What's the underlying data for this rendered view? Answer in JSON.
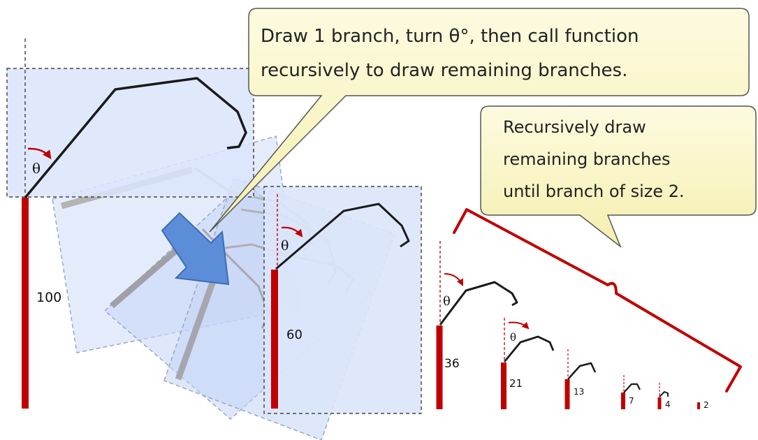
{
  "callouts": {
    "main": {
      "line1": "Draw 1 branch, turn θ°, then call function",
      "line2": "recursively to draw remaining branches."
    },
    "secondary": {
      "line1": "Recursively draw",
      "line2": "remaining branches",
      "line3": "until branch of size 2."
    }
  },
  "angle_symbol": "θ",
  "branch_lengths": [
    "100",
    "60",
    "36",
    "21",
    "13",
    "7",
    "4",
    "2"
  ],
  "colors": {
    "trunk": "#c00000",
    "curve": "#1a1a1a",
    "callout_fill": "#fbf7c2",
    "panel_fill": "#dbe5fb",
    "arrow": "#5b8dd9"
  }
}
